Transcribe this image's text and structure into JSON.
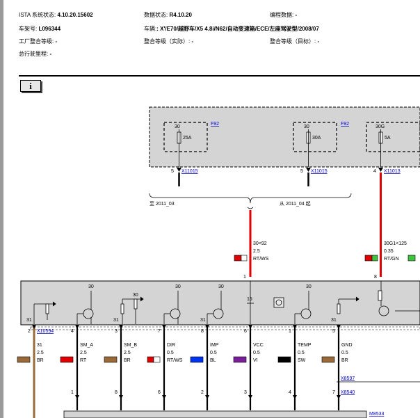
{
  "header": {
    "ista_label": "ISTA 系统状态:",
    "ista_value": "4.10.20.15602",
    "data_status_label": "数据状态:",
    "data_status_value": "R4.10.20",
    "programming_data_label": "编程数据:",
    "programming_data_value": "-",
    "vin_label": "车架号:",
    "vin_value": "L096344",
    "vehicle_label": "车辆:",
    "vehicle_value": ": X'/E70/越野车/X5 4.8i/N62/自动变速箱/ECE/左座驾驶型/2008/07",
    "factory_level_label": "工厂整合等级:",
    "factory_level_value": "-",
    "actual_level_label": "整合等级（实际）:",
    "actual_level_value": "-",
    "target_level_label": "整合等级（目标）:",
    "target_level_value": "-",
    "mileage_label": "总行驶里程:",
    "mileage_value": "-"
  },
  "info_button": "i",
  "fuse_box": {
    "fuse1": {
      "terminal": "30",
      "rating": "25A"
    },
    "fuse2": {
      "terminal": "30",
      "rating": "30A"
    },
    "fuse3": {
      "terminal": "30G",
      "rating": "5A"
    },
    "fuse_ref": "F92",
    "pins": [
      {
        "pin": "5",
        "connector": "X11015"
      },
      {
        "pin": "5",
        "connector": "X11015"
      },
      {
        "pin": "4",
        "connector": "X11013"
      }
    ]
  },
  "variants": {
    "left": "至 2011_03",
    "right": "从 2011_04 起"
  },
  "supply_wires": [
    {
      "name": "30<92",
      "size": "2.5",
      "color": "RT/WS",
      "pin": "1"
    },
    {
      "name": "30G1<125",
      "size": "0.35",
      "color": "RT/GN",
      "pin": "8"
    }
  ],
  "module": {
    "terminal_30": "30",
    "terminal_31": "31",
    "terminal_15": "15"
  },
  "pins": [
    {
      "pin": "2",
      "connector": "X10594",
      "signal": "31",
      "size": "2.5",
      "color": "BR",
      "swatch": "#9a6a3a"
    },
    {
      "pin": "4",
      "connector": "",
      "signal": "SM_A",
      "size": "2.5",
      "color": "RT",
      "swatch": "#e00000"
    },
    {
      "pin": "3",
      "connector": "",
      "signal": "SM_B",
      "size": "2.5",
      "color": "BR",
      "swatch": "#9a6a3a"
    },
    {
      "pin": "7",
      "connector": "",
      "signal": "DIR",
      "size": "0.5",
      "color": "RT/WS",
      "swatch": "#e00000"
    },
    {
      "pin": "8",
      "connector": "",
      "signal": "IMP",
      "size": "0.5",
      "color": "BL",
      "swatch": "#0033ee"
    },
    {
      "pin": "6",
      "connector": "",
      "signal": "VCC",
      "size": "0.5",
      "color": "VI",
      "swatch": "#7a1f9a"
    },
    {
      "pin": "1",
      "connector": "",
      "signal": "TEMP",
      "size": "0.5",
      "color": "SW",
      "swatch": "#000000"
    },
    {
      "pin": "5",
      "connector": "",
      "signal": "GND",
      "size": "0.5",
      "color": "BR",
      "swatch": "#9a6a3a"
    }
  ],
  "lower": {
    "pins": [
      "1",
      "8",
      "6",
      "2",
      "3",
      "4",
      "7"
    ],
    "connector_a": "X8597",
    "connector_b": "X8540",
    "connector_c": "M8533"
  }
}
